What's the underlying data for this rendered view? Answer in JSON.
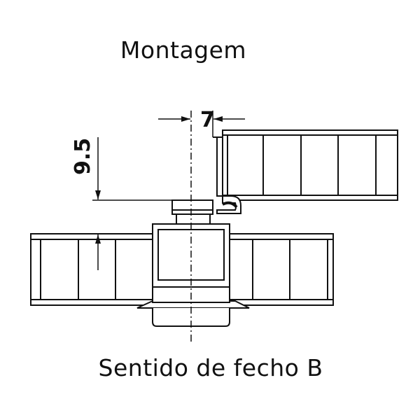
{
  "titles": {
    "top": "Montagem",
    "bottom": "Sentido de fecho B"
  },
  "dimensions": {
    "horizontal": "7",
    "vertical": "9.5"
  },
  "colors": {
    "line": "#111111",
    "background": "#ffffff"
  }
}
